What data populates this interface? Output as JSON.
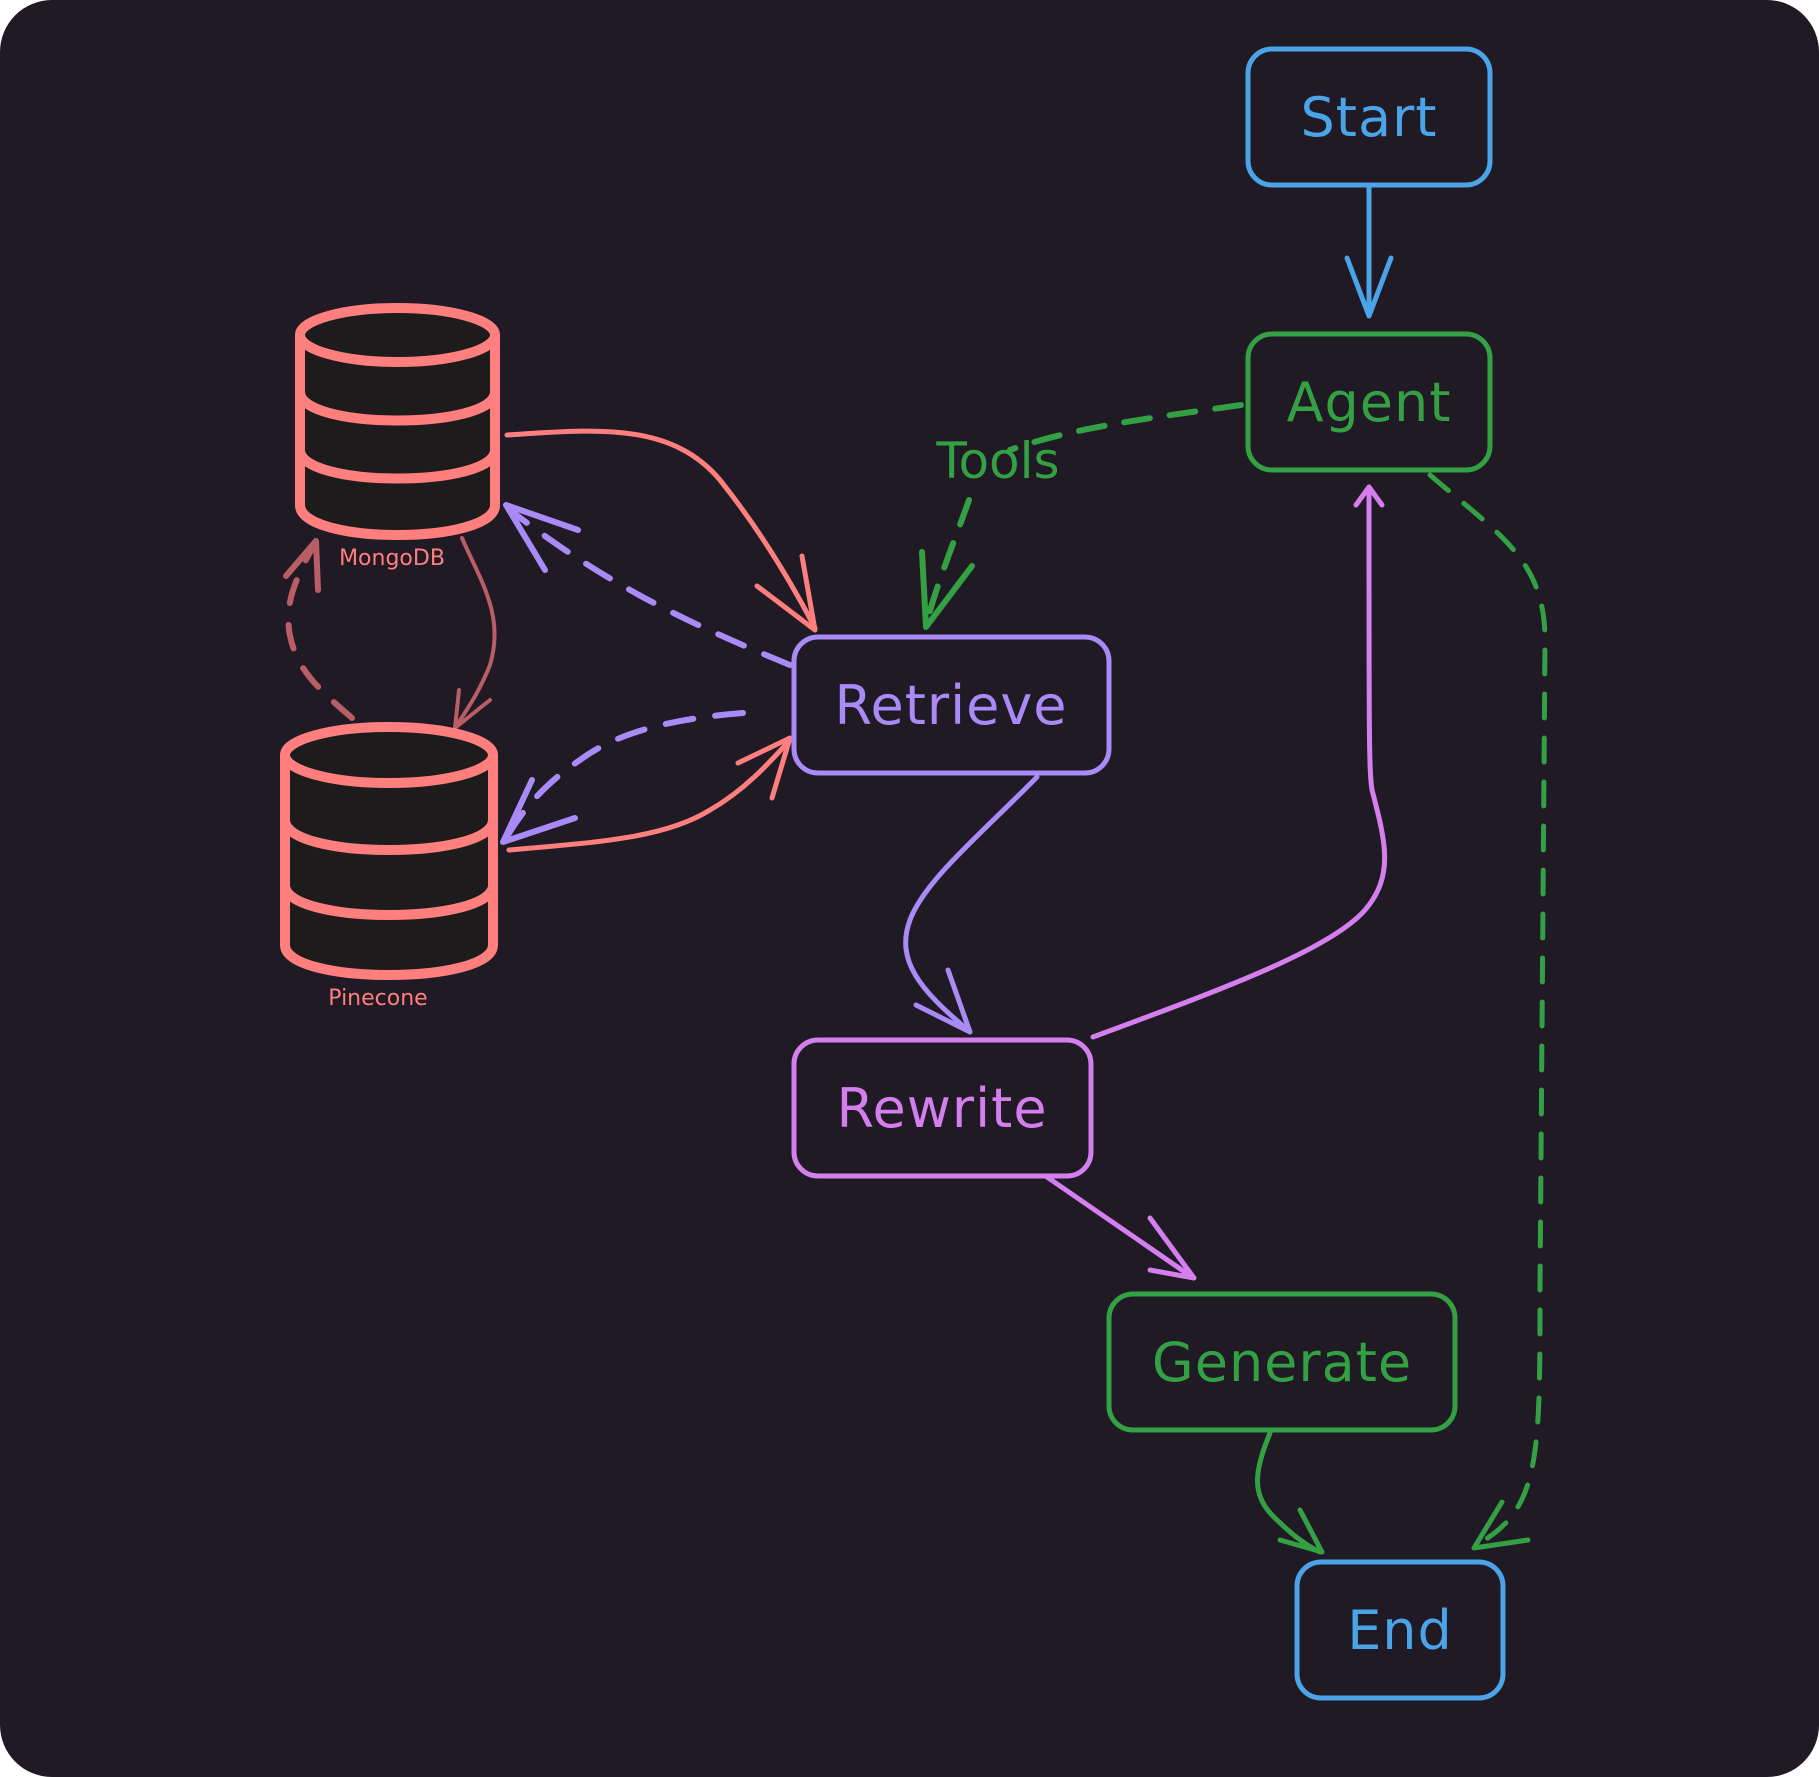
{
  "colors": {
    "background": "#201a25",
    "blue": "#4ba3e8",
    "green": "#34a044",
    "purple": "#a98af6",
    "magenta": "#d57fef",
    "coral": "#ff7f7f",
    "coral_dim": "#b95d66",
    "db_fill": "#1d1b1b"
  },
  "nodes": {
    "start": "Start",
    "agent": "Agent",
    "retrieve": "Retrieve",
    "rewrite": "Rewrite",
    "generate": "Generate",
    "end": "End"
  },
  "databases": {
    "mongodb": "MongoDB",
    "pinecone": "Pinecone"
  },
  "edge_labels": {
    "tools": "Tools"
  }
}
